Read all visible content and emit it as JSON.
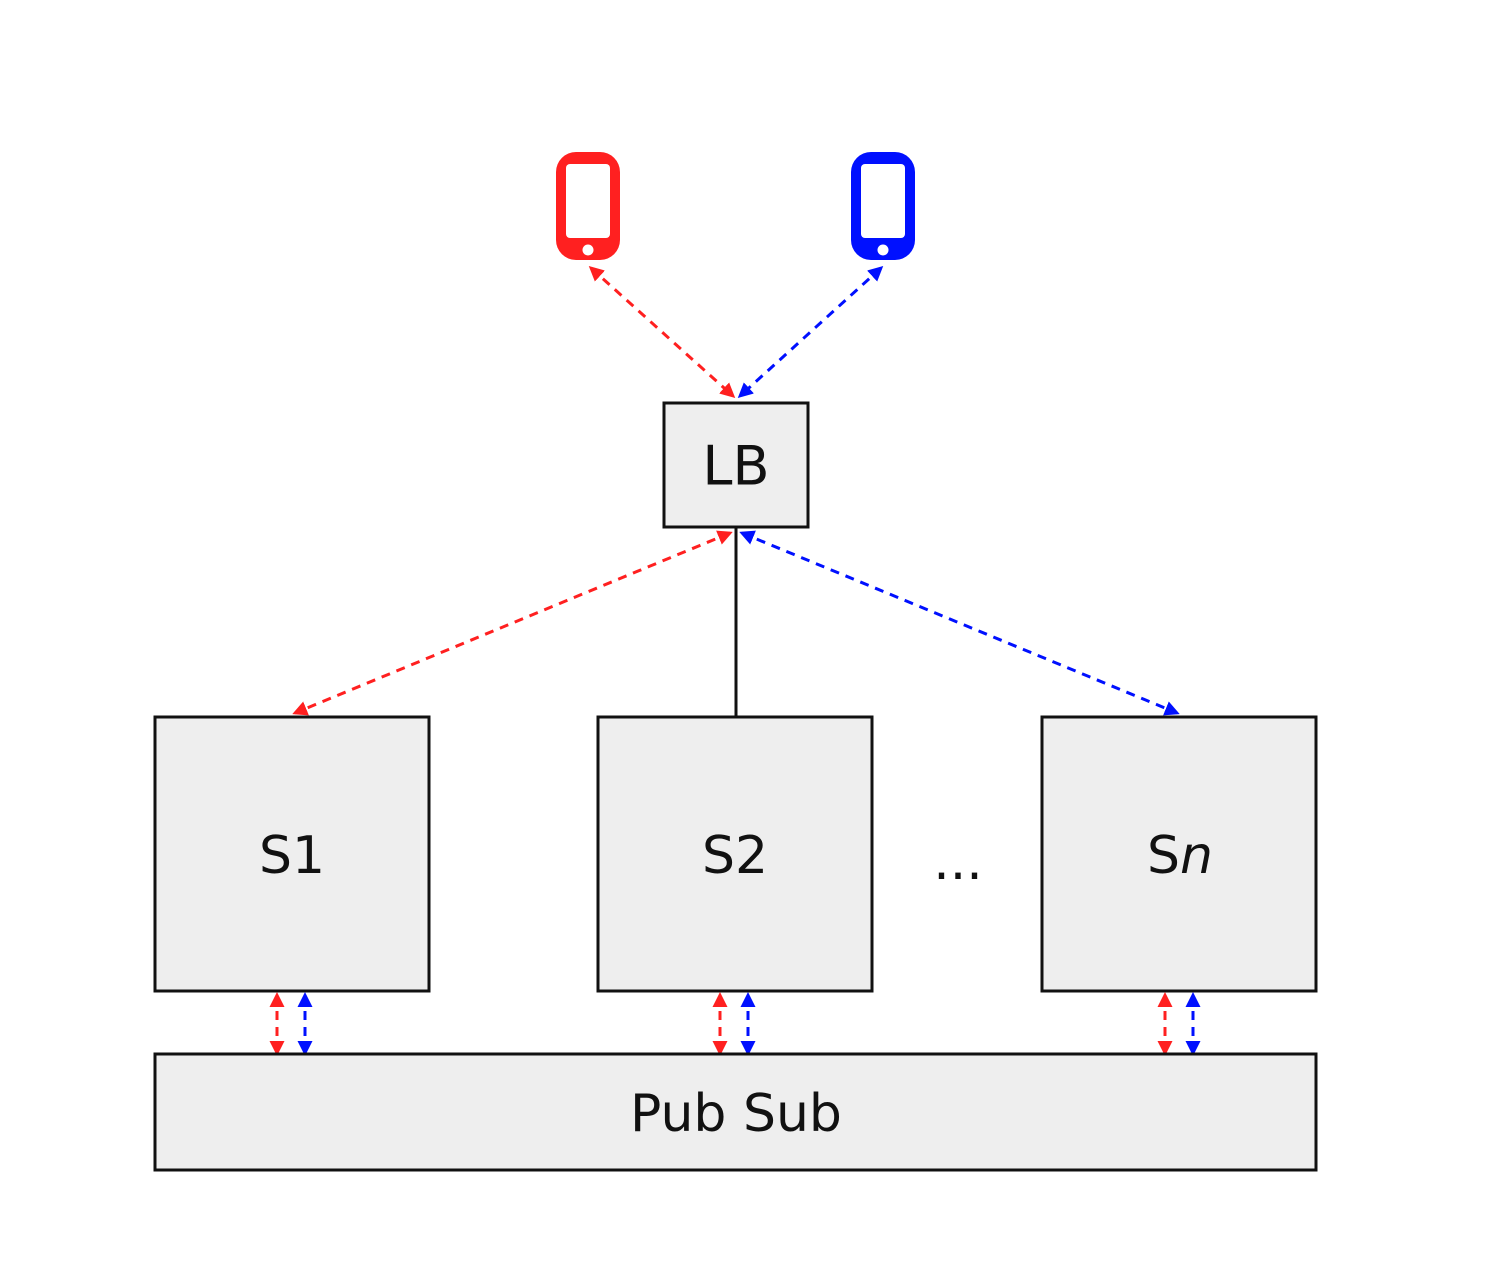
{
  "diagram": {
    "load_balancer": {
      "label": "LB"
    },
    "servers": [
      {
        "prefix": "S",
        "suffix": "1"
      },
      {
        "prefix": "S",
        "suffix": "2"
      },
      {
        "prefix": "S",
        "suffix": "n",
        "suffix_italic": true
      }
    ],
    "ellipsis": "...",
    "pubsub": {
      "label": "Pub Sub"
    },
    "clients": [
      {
        "icon": "phone-icon",
        "color": "#ff2020"
      },
      {
        "icon": "phone-icon",
        "color": "#0010ff"
      }
    ],
    "colors": {
      "red": "#ff2020",
      "blue": "#0010ff",
      "box_fill": "#eeeeee",
      "stroke": "#111111"
    }
  }
}
